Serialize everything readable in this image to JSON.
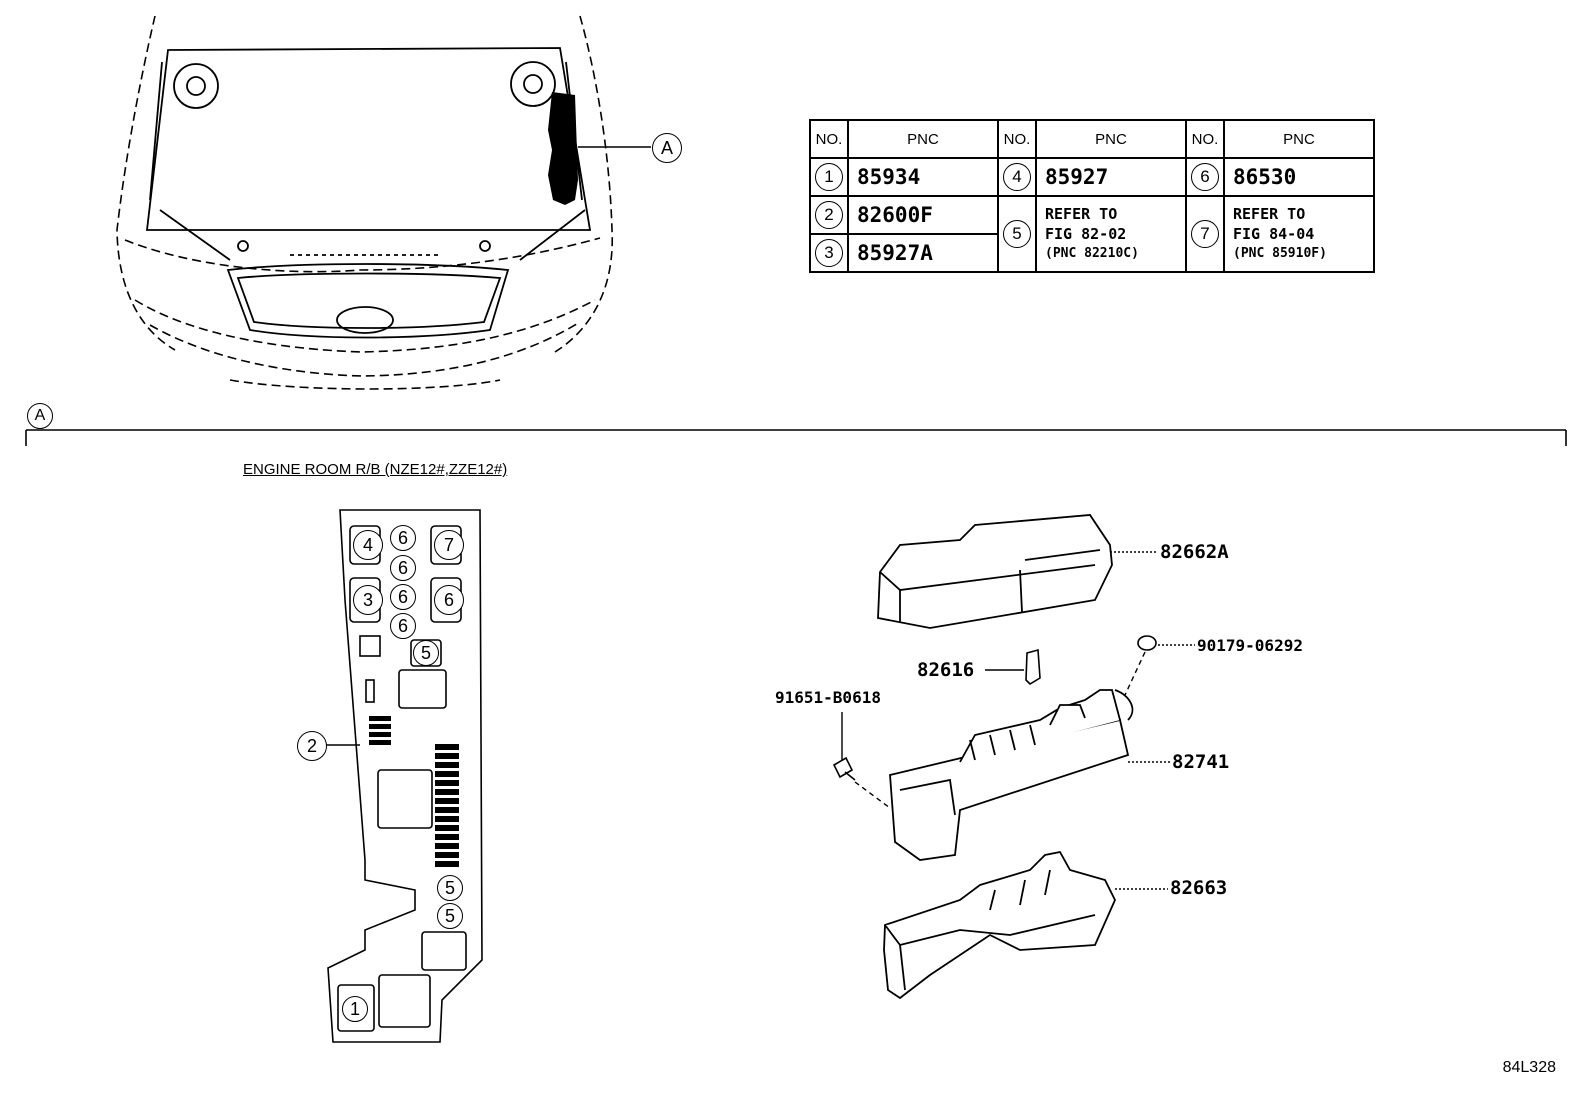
{
  "callout_main": "A",
  "section_marker": "A",
  "section_title": "ENGINE ROOM R/B (NZE12#,ZZE12#)",
  "table": {
    "headers": [
      "NO.",
      "PNC",
      "NO.",
      "PNC",
      "NO.",
      "PNC"
    ],
    "rows": [
      {
        "no": "1",
        "pnc": "85934"
      },
      {
        "no": "2",
        "pnc": "82600F"
      },
      {
        "no": "3",
        "pnc": "85927A"
      },
      {
        "no": "4",
        "pnc": "85927"
      },
      {
        "no": "5",
        "refer": [
          "REFER TO",
          "FIG 82-02",
          "(PNC 82210C)"
        ]
      },
      {
        "no": "6",
        "pnc": "86530"
      },
      {
        "no": "7",
        "refer": [
          "REFER TO",
          "FIG 84-04",
          "(PNC 85910F)"
        ]
      }
    ]
  },
  "relay_block_marks": [
    "4",
    "6",
    "7",
    "6",
    "3",
    "6",
    "6",
    "6",
    "5",
    "2",
    "5",
    "5",
    "1"
  ],
  "parts": {
    "p82662A": "82662A",
    "p90179": "90179-06292",
    "p82616": "82616",
    "p91651": "91651-B0618",
    "p82741": "82741",
    "p82663": "82663"
  },
  "figure_id": "84L328"
}
